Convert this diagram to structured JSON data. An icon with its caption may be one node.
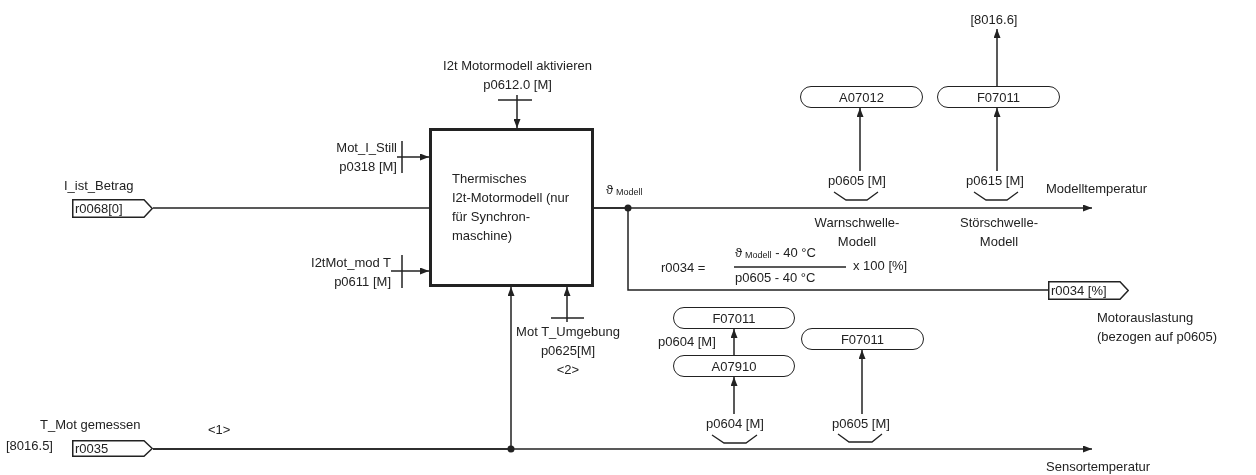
{
  "diagram": {
    "nodes": [
      {
        "text": [
          "I2t Motormodell aktivieren",
          "p0612.0 [M]"
        ]
      },
      {
        "text": [
          "Mot_I_Still",
          "p0318 [M]"
        ]
      },
      {
        "text": [
          "r0068[0]"
        ],
        "beside": [
          "I_ist_Betrag"
        ]
      },
      {
        "text": [
          "Thermisches I2t-Motormodell (nur für Synchron- maschine)"
        ]
      },
      {
        "text": [
          "I2tMot_mod T",
          "p0611 [M]"
        ]
      },
      {
        "text": [
          "Mot T_Umgebung",
          "p0625[M]",
          "<2>"
        ]
      },
      {
        "text": [
          "[8016.6]"
        ]
      },
      {
        "text": [
          "A07012"
        ]
      },
      {
        "text": [
          "F07011"
        ]
      },
      {
        "text": [
          "p0605 [M]"
        ],
        "beside": [
          "Warnschwelle- Modell"
        ]
      },
      {
        "text": [
          "p0615 [M]"
        ],
        "beside": [
          "Störschwelle- Modell"
        ]
      },
      {
        "text": [
          "Modelltemperatur"
        ]
      },
      {
        "text": [
          "r0034 [%]"
        ],
        "beside": [
          "Motorauslastung (bezogen auf p0605)"
        ]
      },
      {
        "text": [
          "F07011"
        ]
      },
      {
        "text": [
          "A07910"
        ]
      },
      {
        "text": [
          "F07011"
        ]
      },
      {
        "text": [
          "p0604 [M]"
        ]
      },
      {
        "text": [
          "p0605 [M]"
        ]
      },
      {
        "text": [
          "r0035"
        ],
        "beside": [
          "T_Mot gemessen",
          "[8016.5]"
        ]
      },
      {
        "text": [
          "Sensortemperatur"
        ]
      }
    ],
    "edges": [
      {
        "from": 0,
        "to": 3,
        "arrow": "to"
      },
      {
        "from": 1,
        "to": 3,
        "arrow": "to"
      },
      {
        "from": 2,
        "to": 3,
        "arrow": "none"
      },
      {
        "from": 4,
        "to": 3,
        "arrow": "to"
      },
      {
        "from": 5,
        "to": 3,
        "arrow": "to"
      },
      {
        "from": 3,
        "to": 11,
        "arrow": "to",
        "label": "ϑ$_{Modell}$"
      },
      {
        "from": 3,
        "to": 12,
        "arrow": "none"
      },
      {
        "from": 9,
        "to": 7,
        "arrow": "to"
      },
      {
        "from": 10,
        "to": 8,
        "arrow": "to"
      },
      {
        "from": 8,
        "to": 6,
        "arrow": "to"
      },
      {
        "from": 18,
        "to": 3,
        "arrow": "to"
      },
      {
        "from": 18,
        "to": 19,
        "arrow": "to"
      },
      {
        "from": 16,
        "to": 14,
        "arrow": "to"
      },
      {
        "from": 14,
        "to": 13,
        "arrow": "to",
        "label": "p0604 [M]"
      },
      {
        "from": 17,
        "to": 15,
        "arrow": "to"
      }
    ],
    "labels": [
      "r0034 =",
      "ϑ$_{Modell}$ - 40 °C",
      "p0605 - 40 °C",
      "x 100 [%]",
      "<1>"
    ]
  }
}
